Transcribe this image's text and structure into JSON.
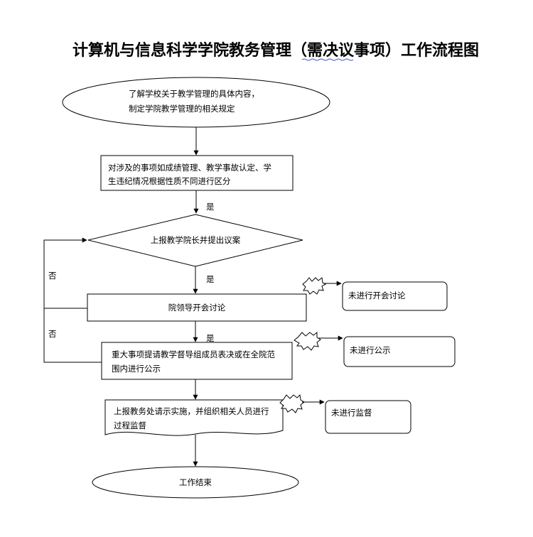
{
  "title": "计算机与信息科学学院教务管理（需决议事项）工作流程图",
  "nodes": {
    "start_line1": "了解学校关于教学管理的具体内容，",
    "start_line2": "制定学院教学管理的相关规定",
    "classify_line1": "对涉及的事项如成绩管理、教学事故认定、学",
    "classify_line2": "生违纪情况根据性质不同进行区分",
    "decision": "上报教学院长并提出议案",
    "meeting": "院领导开会讨论",
    "vote_line1": "重大事项提请教学督导组成员表决或在全院范",
    "vote_line2": "围内进行公示",
    "report_line1": "上报教务处请示实施，并组织相关人员进行",
    "report_line2": "过程监督",
    "end": "工作结束",
    "side_meeting": "未进行开会讨论",
    "side_publicity": "未进行公示",
    "side_supervision": "未进行监督"
  },
  "labels": {
    "yes1": "是",
    "yes2": "是",
    "yes3": "是",
    "no1": "否",
    "no2": "否"
  }
}
